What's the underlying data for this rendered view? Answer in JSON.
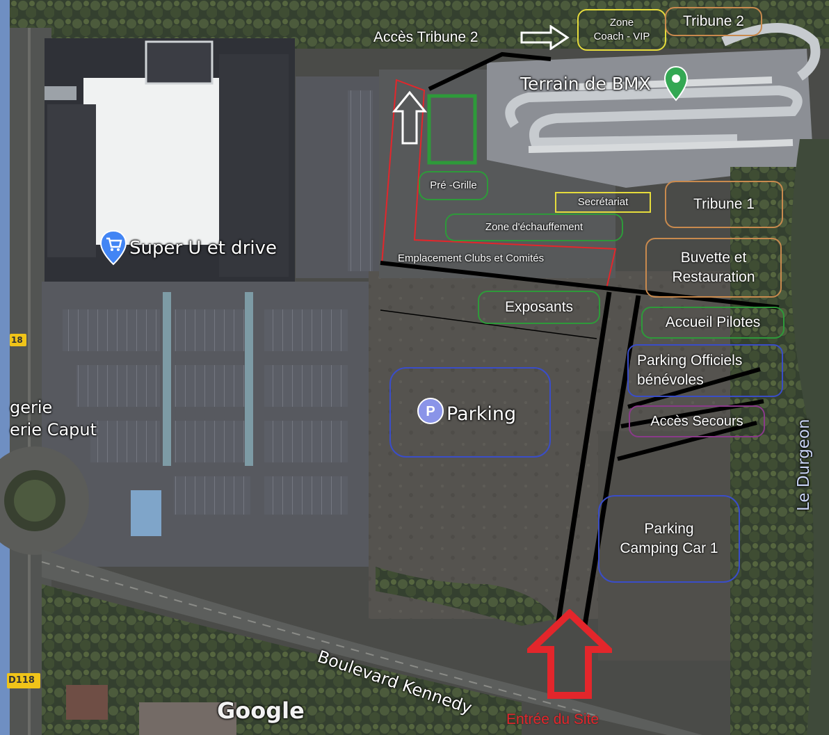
{
  "map": {
    "places": {
      "supermarket": "Super U et drive",
      "bmx": "Terrain de BMX",
      "parking": "Parking",
      "street": "Boulevard Kennedy",
      "river": "Le Durgeon",
      "shop_line1": "gerie",
      "shop_line2": "erie Caput",
      "road_badge_top": "18",
      "road_badge_bottom": "D118",
      "provider": "Google"
    },
    "zones": {
      "acces_tribune2": "Accès Tribune 2",
      "zone_coach_line1": "Zone",
      "zone_coach_line2": "Coach  - VIP",
      "tribune2": "Tribune 2",
      "pre_grille": "Pré -Grille",
      "secretariat": "Secrétariat",
      "tribune1": "Tribune 1",
      "zone_echauffement": "Zone d'échauffement",
      "buvette_line1": "Buvette et",
      "buvette_line2": "Restauration",
      "emplacement_clubs": "Emplacement Clubs et Comités",
      "exposants": "Exposants",
      "accueil_pilotes": "Accueil Pilotes",
      "parking_officiels_line1": "Parking Officiels",
      "parking_officiels_line2": "bénévoles",
      "acces_secours": "Accès Secours",
      "parking_camping_line1": "Parking",
      "parking_camping_line2": "Camping Car 1",
      "entree_site": "Entrée du Site"
    },
    "colors": {
      "yellow_outline": "#e6dc3c",
      "orange_outline": "#c98a4e",
      "green_outline": "#2e9a3a",
      "blue_outline": "#3a4dc8",
      "purple_outline": "#8a3a8a",
      "red": "#e3262b",
      "pin_green": "#34a853",
      "pin_blue": "#4285f4"
    },
    "icons": [
      "parking-icon",
      "shopping-cart-pin-icon",
      "location-pin-icon",
      "arrow-right-icon",
      "arrow-up-icon",
      "entrance-arrow-icon"
    ]
  }
}
